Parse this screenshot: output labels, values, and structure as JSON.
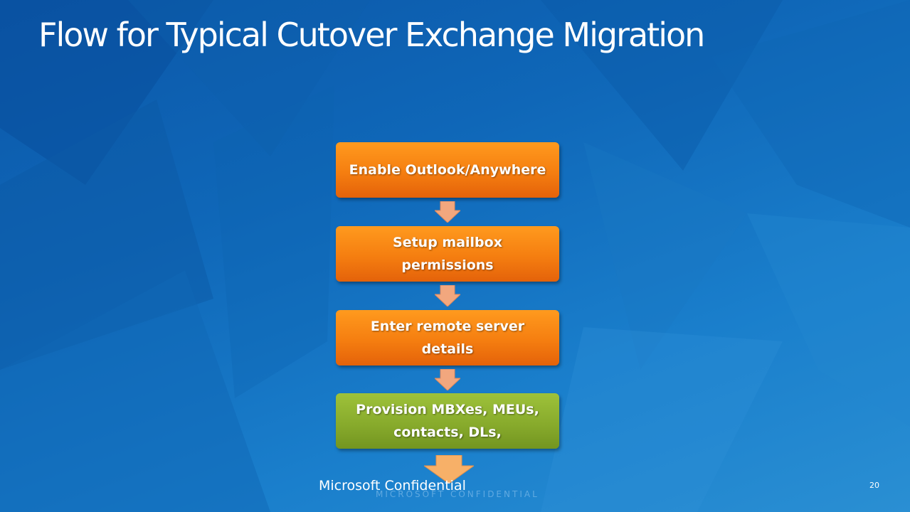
{
  "slide": {
    "title": "Flow for Typical Cutover Exchange Migration",
    "footer_confidential": "Microsoft Confidential",
    "footer_watermark": "MICROSOFT CONFIDENTIAL",
    "slide_number": "20"
  },
  "flow": {
    "steps": [
      {
        "label": "Enable Outlook/Anywhere",
        "color": "#f57e10"
      },
      {
        "label": "Setup mailbox permissions",
        "color": "#f57e10"
      },
      {
        "label": "Enter remote server details",
        "color": "#f57e10"
      },
      {
        "label": "Provision MBXes, MEUs, contacts, DLs,",
        "color": "#86a92b"
      }
    ],
    "arrow_color": "#f2a77e",
    "final_arrow_color": "#f7b068"
  }
}
